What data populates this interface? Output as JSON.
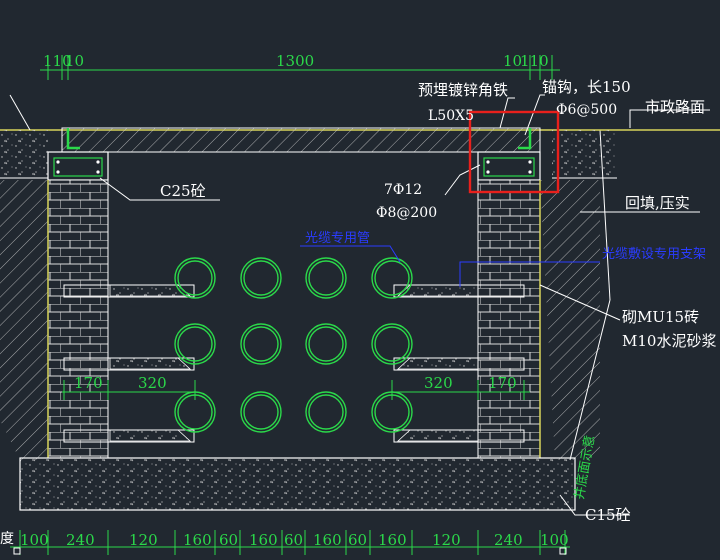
{
  "labels": {
    "angle_iron": "预埋镀锌角铁",
    "angle_iron_size": "L50X5",
    "anchor": "锚钩，长150",
    "anchor_spacing": "Φ6@500",
    "road_surface": "市政路面",
    "beam_concrete": "C25砼",
    "rebar_main": "7Φ12",
    "rebar_stirrup": "Φ8@200",
    "backfill": "回填,压实",
    "cable_pipe": "光缆专用管",
    "cable_bracket": "光缆敷设专用支架",
    "brick": "砌MU15砖",
    "mortar": "M10水泥砂浆",
    "base_concrete": "C15砼",
    "well_section": "井底面示意",
    "partial_left": "度"
  },
  "top_dims": [
    "110",
    "10",
    "1300",
    "10",
    "110"
  ],
  "mid_dims_left": [
    "170",
    "320"
  ],
  "mid_dims_right": [
    "320",
    "170"
  ],
  "bottom_dims": [
    "100",
    "240",
    "120",
    "160",
    "60",
    "160",
    "60",
    "160",
    "60",
    "160",
    "120",
    "240",
    "100"
  ],
  "colors": {
    "background": "#212830",
    "dimension": "#2bd94a",
    "structure": "#ffffff",
    "wall_fill": "#d8d45a",
    "annotation_blue": "#2a3cff",
    "highlight": "#e8201c"
  }
}
